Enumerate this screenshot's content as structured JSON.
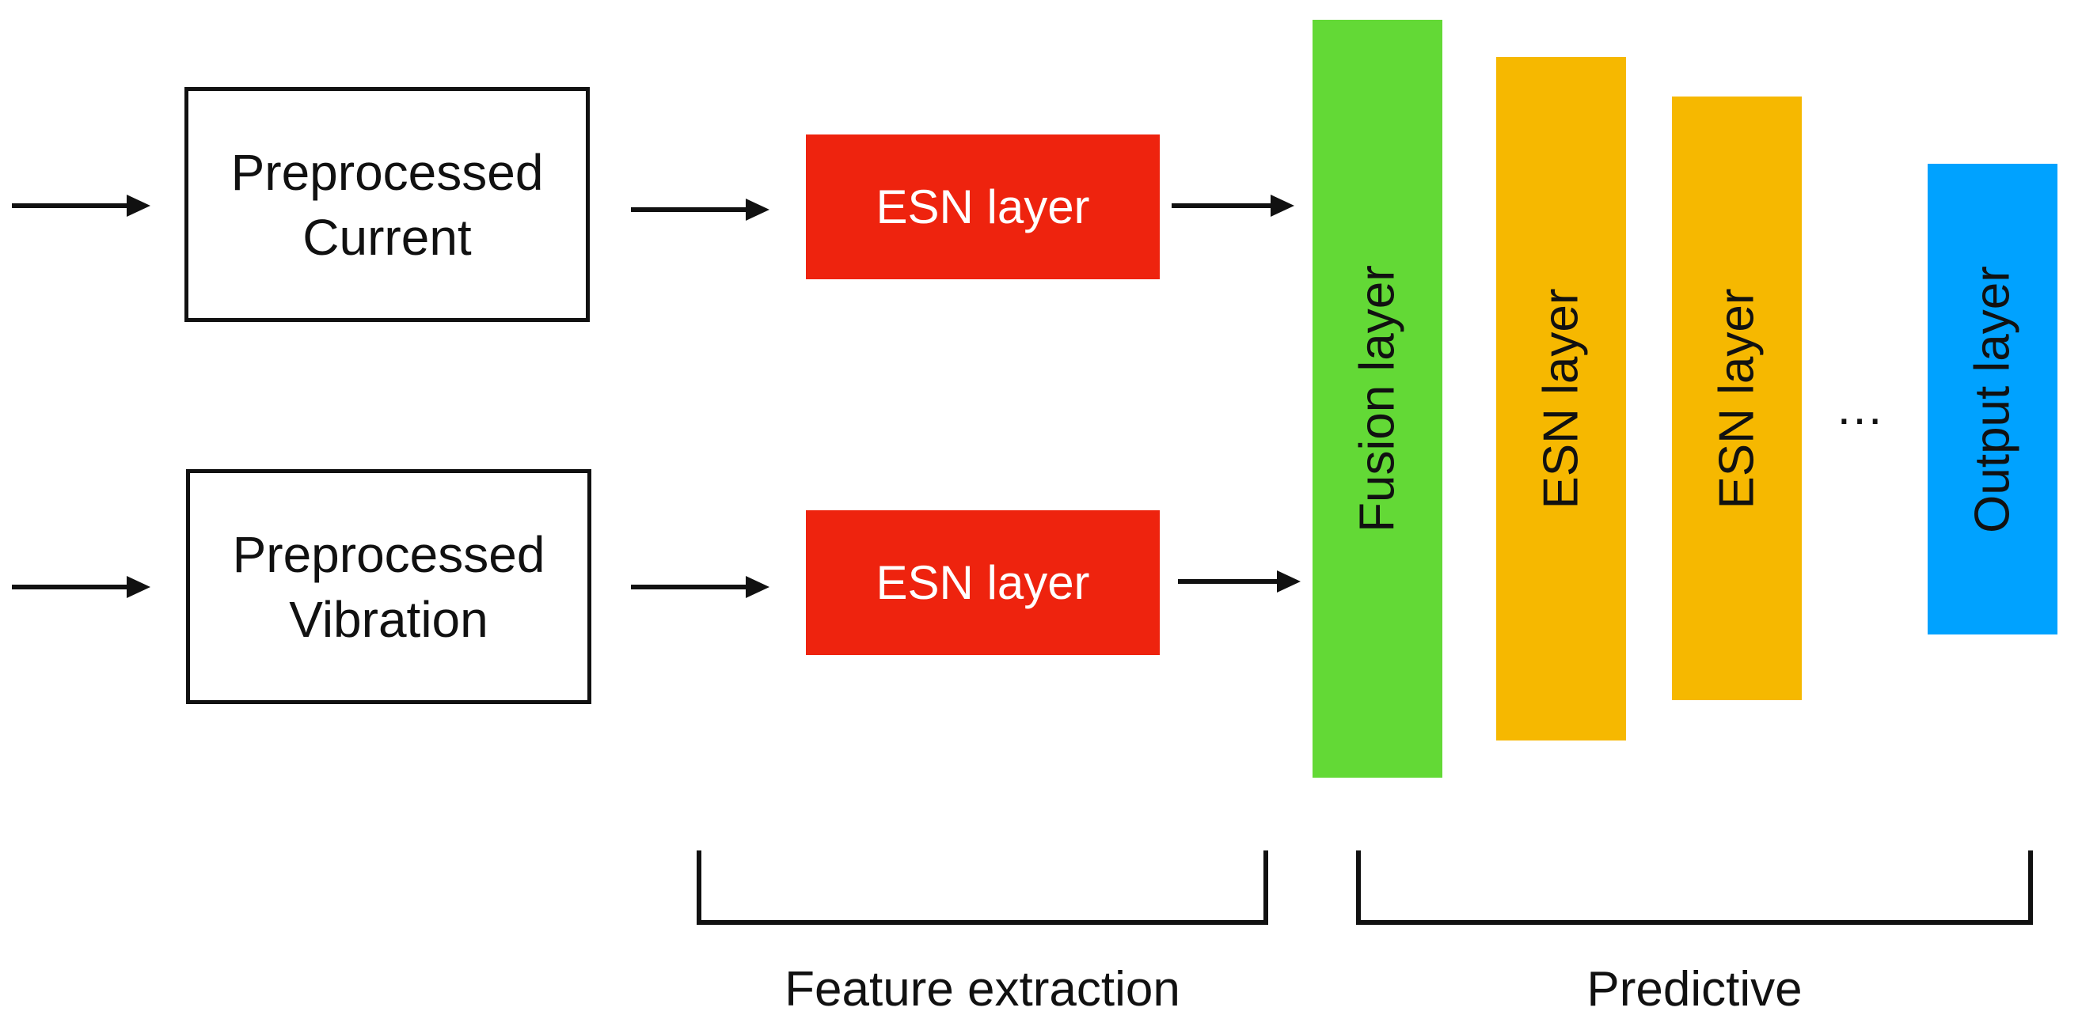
{
  "inputs": [
    {
      "line1": "Preprocessed",
      "line2": "Current"
    },
    {
      "line1": "Preprocessed",
      "line2": "Vibration"
    }
  ],
  "feature_esn": [
    {
      "label": "ESN layer"
    },
    {
      "label": "ESN layer"
    }
  ],
  "predictive_layers": {
    "fusion": {
      "label": "Fusion layer",
      "color": "#63d936"
    },
    "esn1": {
      "label": "ESN layer",
      "color": "#f6b800"
    },
    "esn2": {
      "label": "ESN layer",
      "color": "#f6b800"
    },
    "ellipsis": "…",
    "output": {
      "label": "Output layer",
      "color": "#00a2ff"
    }
  },
  "groups": {
    "feature": "Feature extraction",
    "predictive": "Predictive"
  },
  "colors": {
    "esn_feature": "#ee230e",
    "line": "#111111"
  }
}
